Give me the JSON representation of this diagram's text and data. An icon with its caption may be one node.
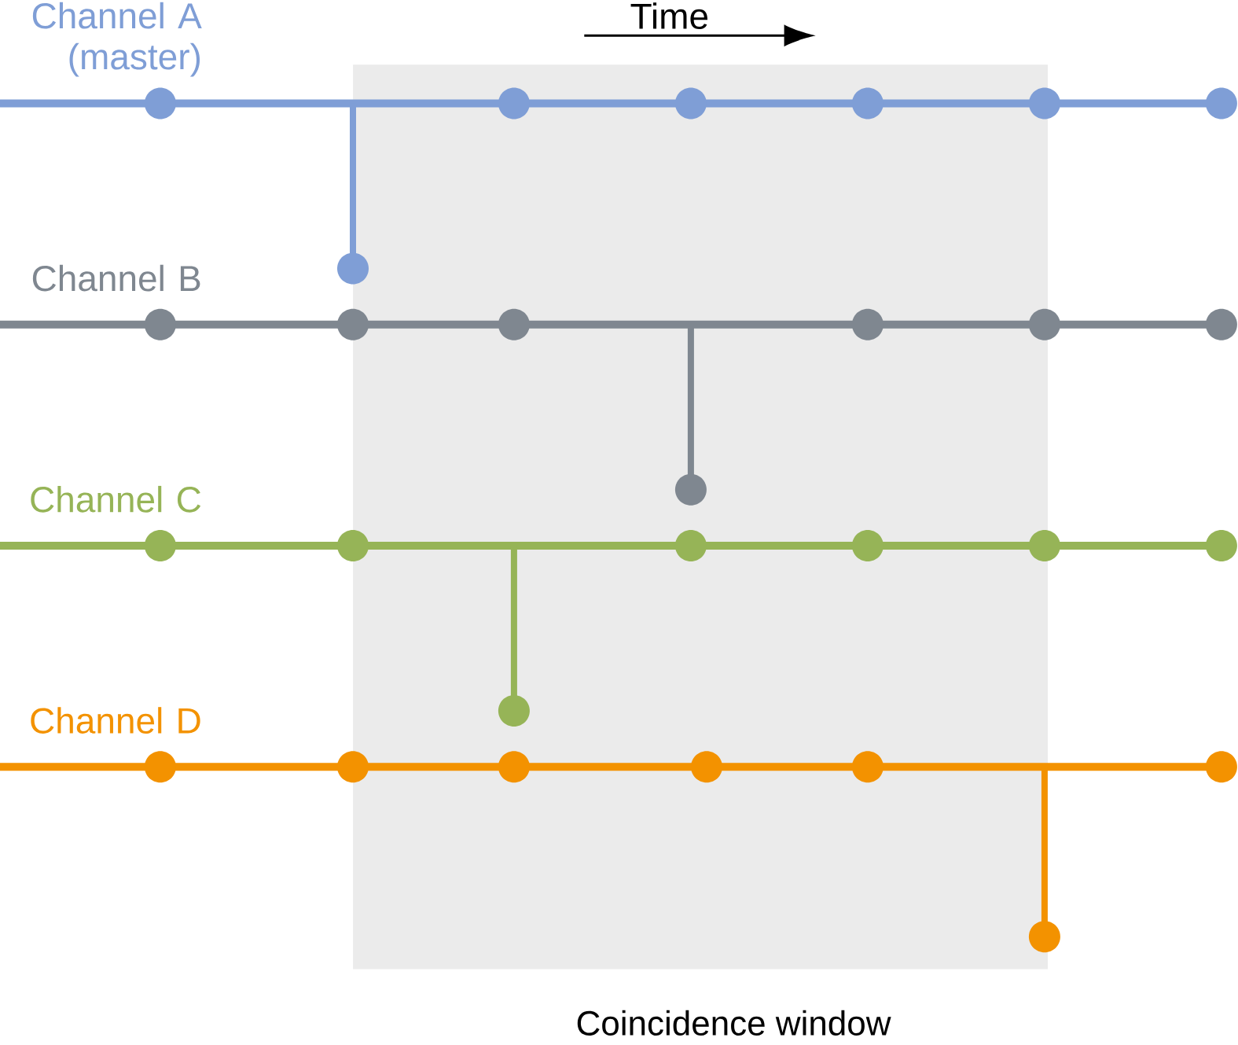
{
  "diagram": {
    "nodes": [
      {
        "text": [
          "Coincidence window"
        ]
      }
    ],
    "labels": [
      "Channel A (master)",
      "Time",
      "Channel B",
      "Channel C",
      "Channel D"
    ]
  }
}
